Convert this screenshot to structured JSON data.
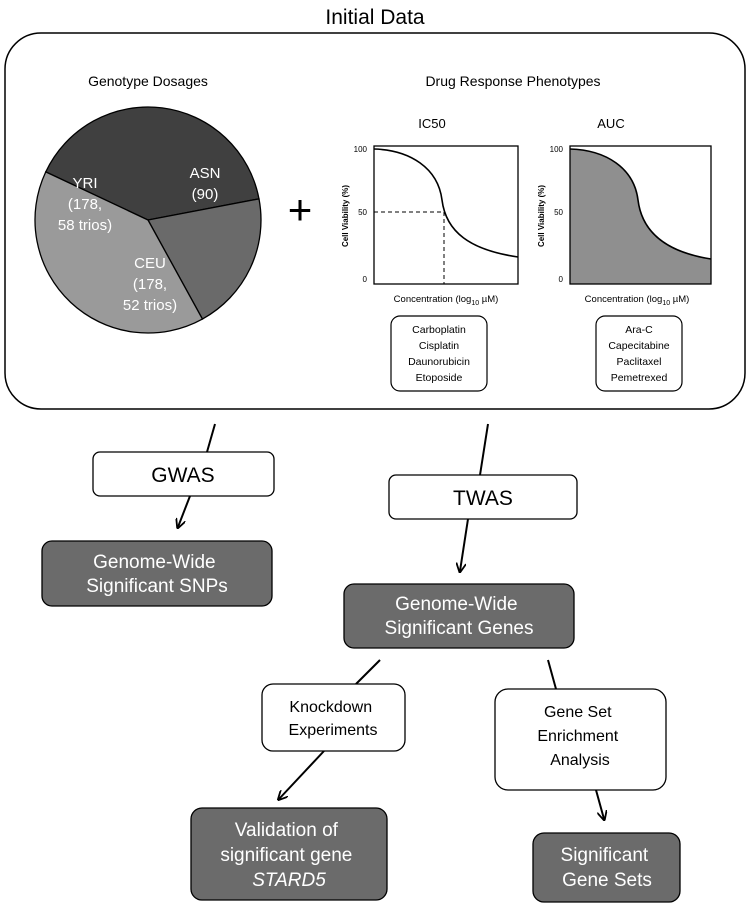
{
  "header": {
    "title": "Initial Data"
  },
  "genotype": {
    "title": "Genotype Dosages",
    "slices": [
      {
        "label_lines": [
          "YRI",
          "(178,",
          "58 trios)"
        ],
        "fraction": 0.4,
        "color": "#404040"
      },
      {
        "label_lines": [
          "ASN",
          "(90)"
        ],
        "fraction": 0.2,
        "color": "#6a6a6a"
      },
      {
        "label_lines": [
          "CEU",
          "(178,",
          "52 trios)"
        ],
        "fraction": 0.4,
        "color": "#9a9a9a"
      }
    ]
  },
  "plus_sign": "+",
  "drug_response": {
    "title": "Drug Response Phenotypes",
    "ic50": {
      "title": "IC50",
      "ylabel": "Cell Viability (%)",
      "yticks": [
        "100",
        "50",
        "0"
      ],
      "xlabel_pre": "Concentration (log",
      "xlabel_sub": "10",
      "xlabel_post": " µM)",
      "drugs": [
        "Carboplatin",
        "Cisplatin",
        "Daunorubicin",
        "Etoposide"
      ]
    },
    "auc": {
      "title": "AUC",
      "ylabel": "Cell Viability (%)",
      "yticks": [
        "100",
        "50",
        "0"
      ],
      "xlabel_pre": "Concentration (log",
      "xlabel_sub": "10",
      "xlabel_post": " µM)",
      "drugs": [
        "Ara-C",
        "Capecitabine",
        "Paclitaxel",
        "Pemetrexed"
      ]
    }
  },
  "flow": {
    "gwas": "GWAS",
    "twas": "TWAS",
    "snps": [
      "Genome-Wide",
      "Significant SNPs"
    ],
    "genes": [
      "Genome-Wide",
      "Significant Genes"
    ],
    "knockdown": [
      "Knockdown",
      "Experiments"
    ],
    "gsea": [
      "Gene Set",
      "Enrichment",
      "Analysis"
    ],
    "validation": [
      "Validation of",
      "significant gene",
      "STARD5"
    ],
    "gene_sets": [
      "Significant",
      "Gene Sets"
    ]
  },
  "colors": {
    "dark_box": "#6b6b6b",
    "box_text_light": "#ffffff",
    "curve_fill": "#8f8f8f",
    "outline": "#000000"
  }
}
